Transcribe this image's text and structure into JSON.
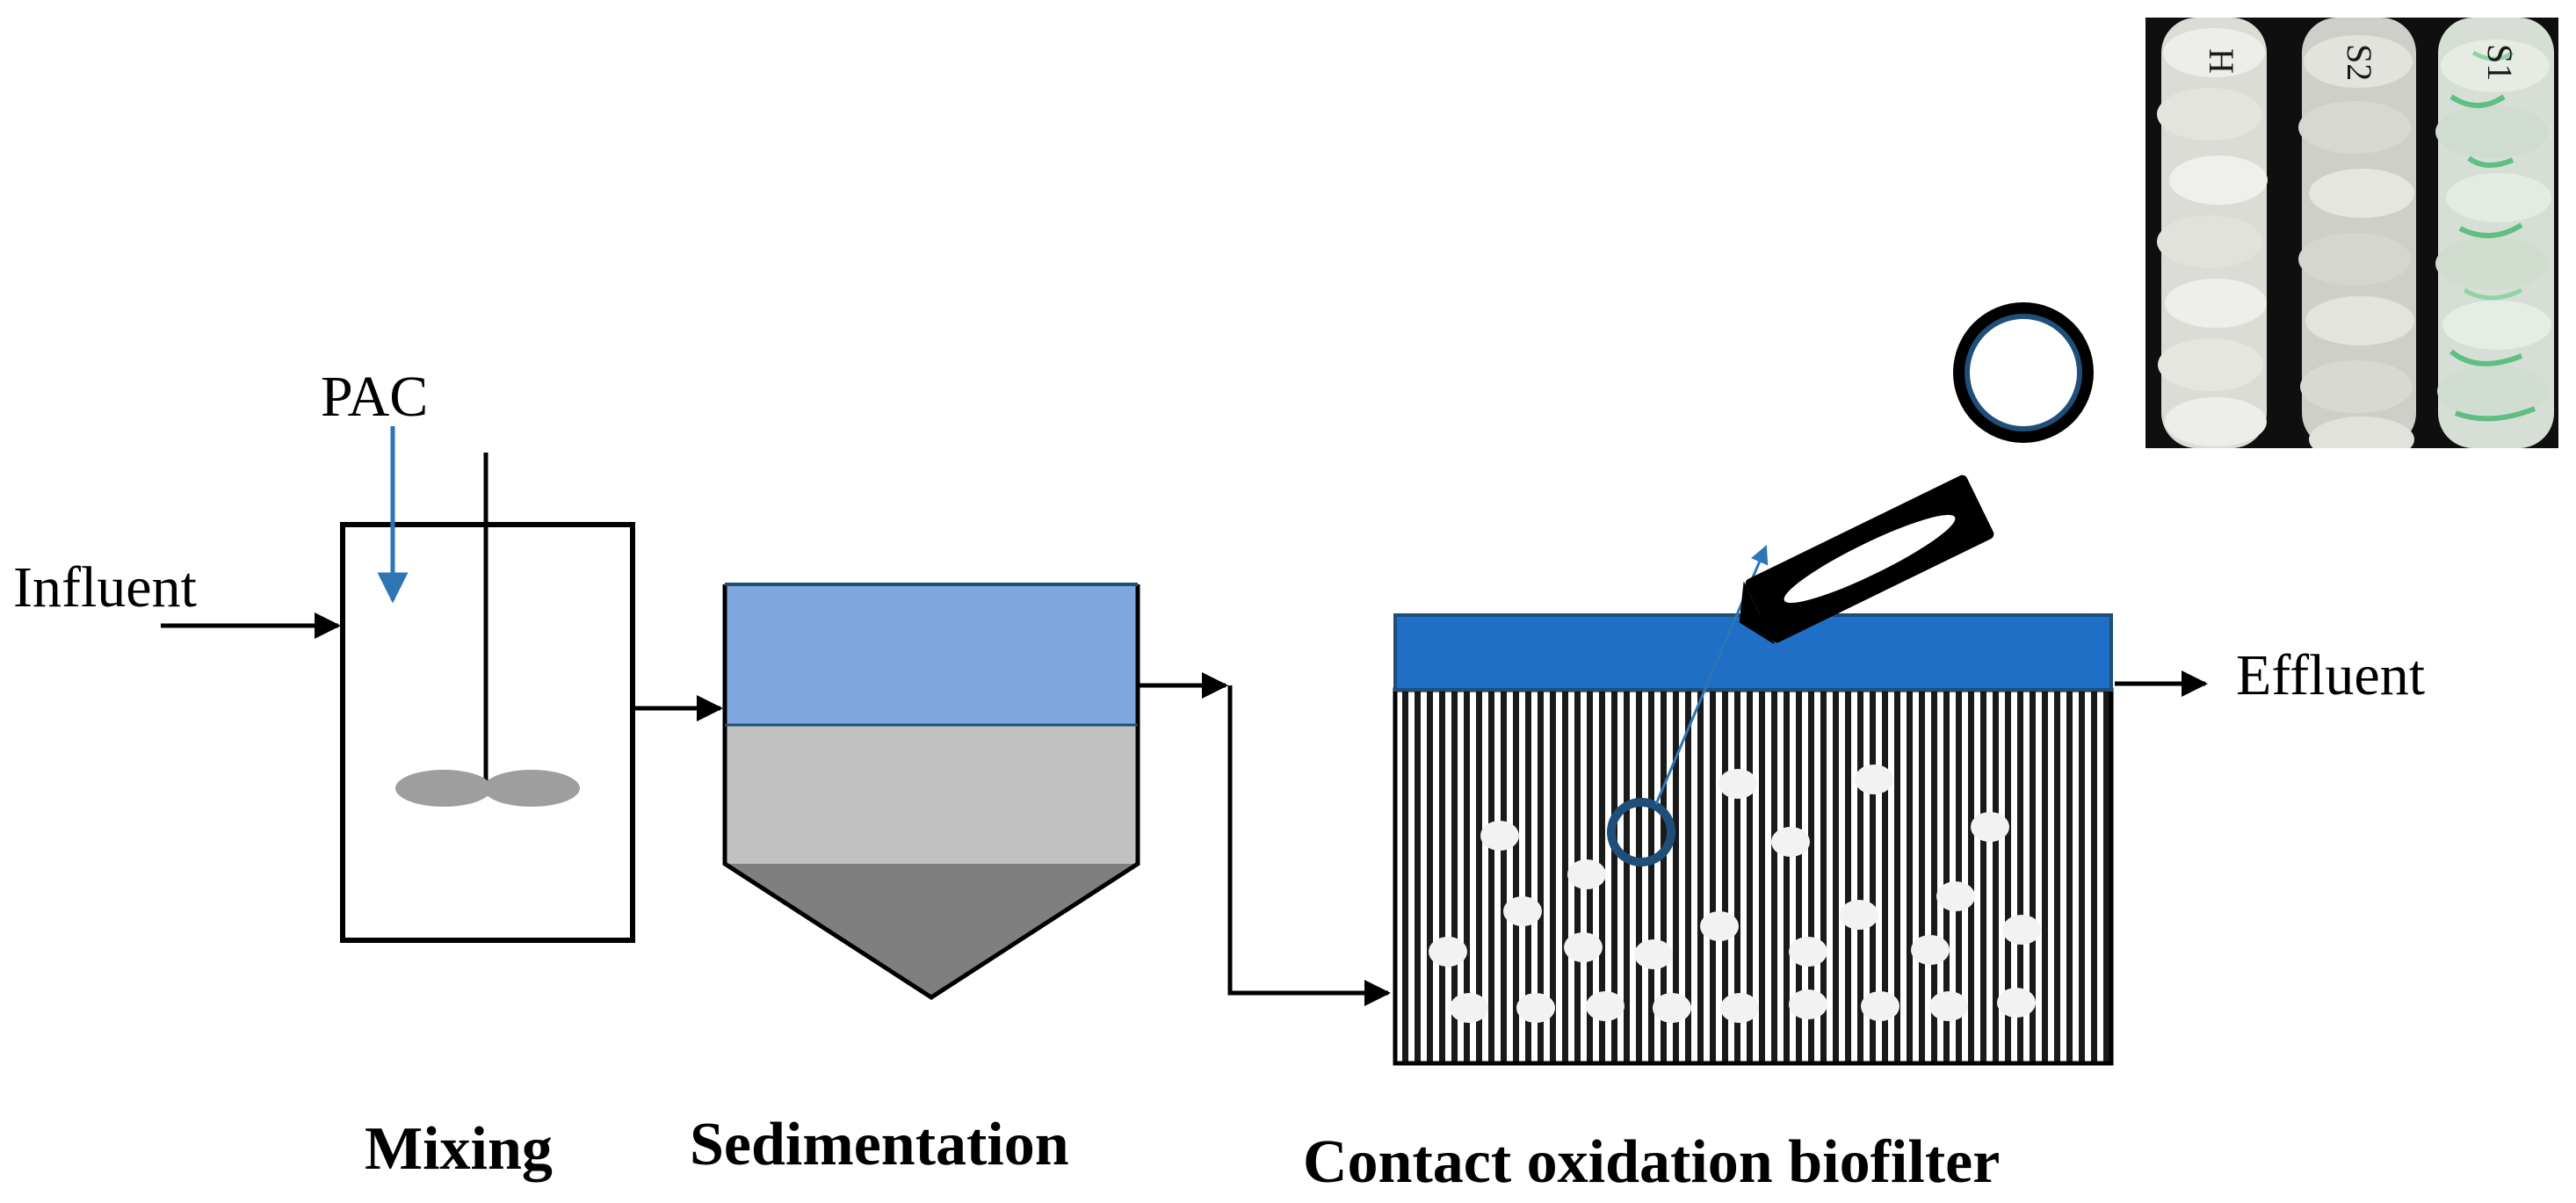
{
  "labels": {
    "influent": "Influent",
    "pac": "PAC",
    "effluent": "Effluent",
    "mixing": "Mixing",
    "sedimentation": "Sedimentation",
    "biofilter": "Contact oxidation biofilter"
  },
  "photo": {
    "strand_labels": [
      "H",
      "S2",
      "S1"
    ]
  },
  "colors": {
    "pac_arrow": "#2e75b6",
    "settling_water": "#7fa8de",
    "settling_middle": "#c0c0c0",
    "settling_sludge": "#7f7f7f",
    "biofilter_cap": "#1f6fc6",
    "magnifier_ring": "#1f4e79"
  }
}
